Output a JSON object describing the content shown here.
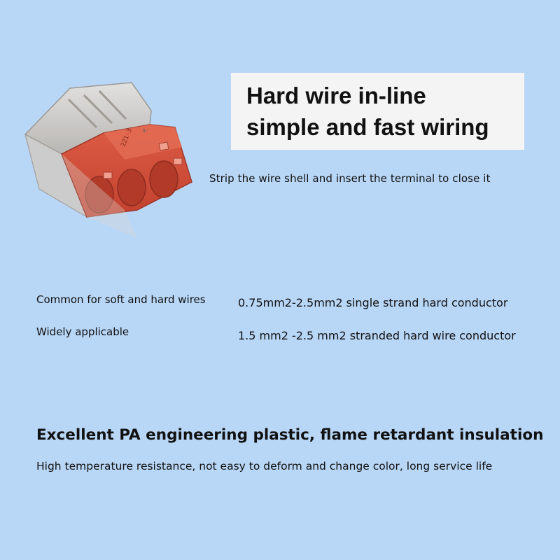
{
  "title": {
    "line1": "Hard wire in-line",
    "line2": "simple and fast wiring"
  },
  "strip_instruction": "Strip the wire shell and insert the terminal to close it",
  "specs": [
    {
      "label": "Common for soft and hard wires",
      "value": "0.75mm2-2.5mm2 single strand hard conductor"
    },
    {
      "label": "Widely applicable",
      "value": "1.5 mm2 -2.5 mm2 stranded hard wire conductor"
    }
  ],
  "material": {
    "heading": "Excellent PA engineering plastic, flame retardant insulation",
    "description": "High temperature resistance, not easy to deform and change color, long service life"
  },
  "colors": {
    "background": "#b8d6f6",
    "title_box": "#f4f4f4",
    "connector_body": "#d8543f",
    "connector_clear": "#c9c6c2"
  },
  "product_image": "wire-connector-image"
}
